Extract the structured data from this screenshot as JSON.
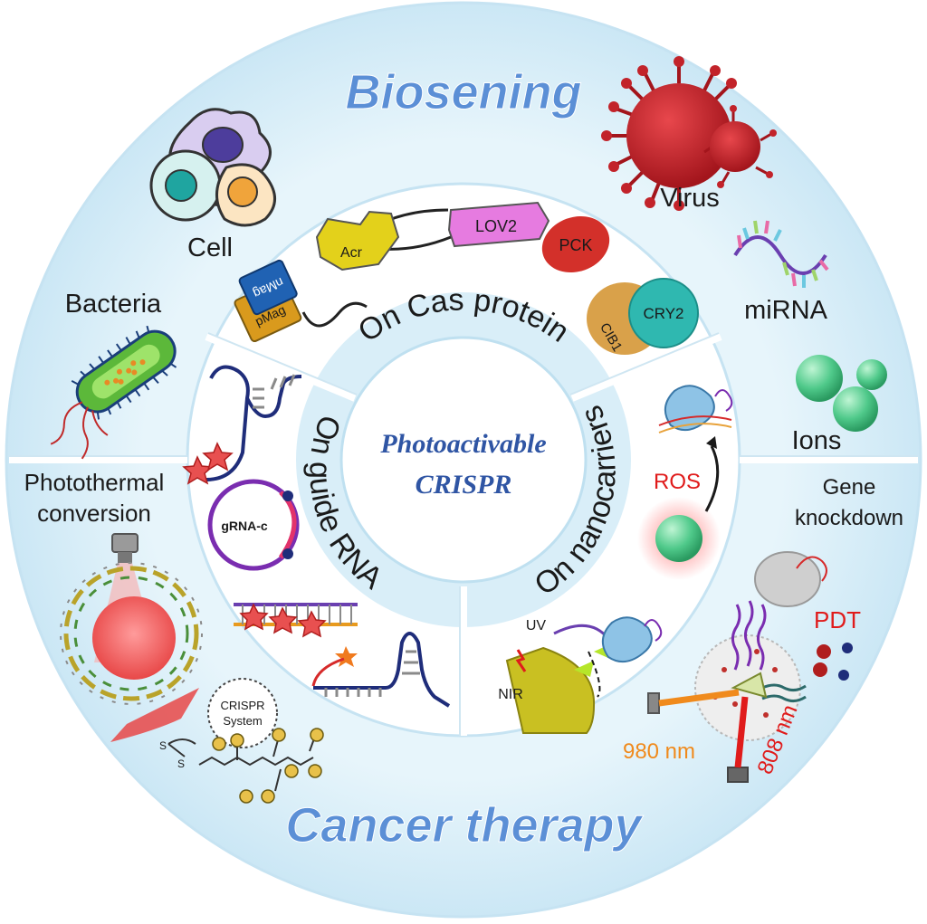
{
  "center": {
    "line1": "Photoactivable",
    "line2": "CRISPR"
  },
  "ring_sections": {
    "cas_protein": "On Cas protein",
    "guide_rna": "On guide RNA",
    "nanocarriers": "On nanocarriers"
  },
  "outer_titles": {
    "top": "Biosening",
    "bottom": "Cancer therapy"
  },
  "biosensing_targets": {
    "cell": "Cell",
    "bacteria": "Bacteria",
    "virus": "Virus",
    "mirna": "miRNA",
    "ions": "Ions"
  },
  "therapy_labels": {
    "photothermal_1": "Photothermal",
    "photothermal_2": "conversion",
    "gene_1": "Gene",
    "gene_2": "knockdown",
    "crispr_1": "CRISPR",
    "crispr_2": "System",
    "pdt": "PDT",
    "nm980": "980 nm",
    "nm808": "808 nm"
  },
  "protein_labels": {
    "acr": "Acr",
    "lov2": "LOV2",
    "pck": "PCK",
    "cry2": "CRY2",
    "cib1": "CIB1",
    "nmag": "nMag",
    "pmag": "pMag"
  },
  "rna_labels": {
    "grna_c": "gRNA-c"
  },
  "nanocarrier_labels": {
    "ros": "ROS",
    "uv": "UV",
    "nir": "NIR"
  },
  "colors": {
    "outer_ring": "#d5ecf7",
    "inner_ring": "#e3f3fa",
    "title_blue": "#5b8fd6",
    "center_blue": "#2f55a4",
    "ros_red": "#e01b1b",
    "pdt_red": "#e01b1b",
    "nm980_orange": "#f08a1c"
  }
}
